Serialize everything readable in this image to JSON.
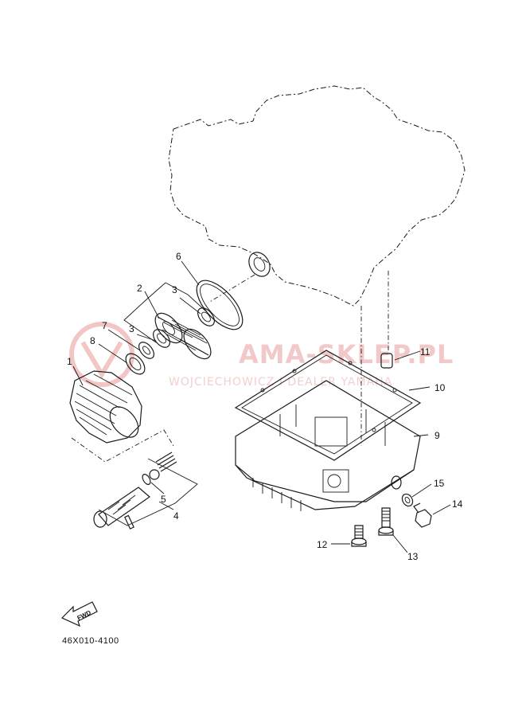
{
  "drawing_code": "46X010-4100",
  "fwd_label": "FWD",
  "watermark": {
    "main": "AMA-SKLEP.PL",
    "sub": "WOJCIECHOWICZ I DEALER YAMAHA"
  },
  "callouts": [
    {
      "id": "c1",
      "text": "1"
    },
    {
      "id": "c2",
      "text": "2"
    },
    {
      "id": "c3a",
      "text": "3"
    },
    {
      "id": "c3b",
      "text": "3"
    },
    {
      "id": "c4",
      "text": "4"
    },
    {
      "id": "c5",
      "text": "5"
    },
    {
      "id": "c6",
      "text": "6"
    },
    {
      "id": "c7",
      "text": "7"
    },
    {
      "id": "c8",
      "text": "8"
    },
    {
      "id": "c9",
      "text": "9"
    },
    {
      "id": "c10",
      "text": "10"
    },
    {
      "id": "c11",
      "text": "11"
    },
    {
      "id": "c12",
      "text": "12"
    },
    {
      "id": "c13",
      "text": "13"
    },
    {
      "id": "c14",
      "text": "14"
    },
    {
      "id": "c15",
      "text": "15"
    }
  ]
}
